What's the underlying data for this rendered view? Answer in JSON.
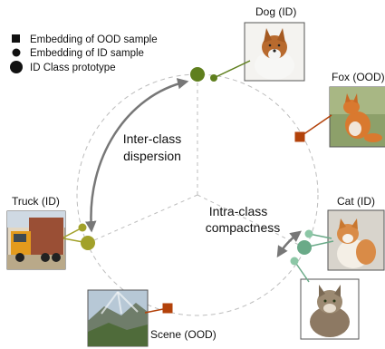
{
  "legend": {
    "ood_sample": "Embedding of OOD sample",
    "id_sample": "Embedding of ID sample",
    "prototype": "ID Class prototype"
  },
  "labels": {
    "dog": "Dog (ID)",
    "fox": "Fox (OOD)",
    "truck": "Truck (ID)",
    "cat": "Cat (ID)",
    "scene": "Scene (OOD)",
    "inter_line1": "Inter-class",
    "inter_line2": "dispersion",
    "intra_line1": "Intra-class",
    "intra_line2": "compactness"
  },
  "colors": {
    "dog": "#5f7f1e",
    "truck": "#a2a12a",
    "cat": "#6aaa88",
    "cat_light": "#8cc7a6",
    "ood": "#b3420a",
    "circle": "#bdbdbd",
    "arrow": "#777777"
  }
}
